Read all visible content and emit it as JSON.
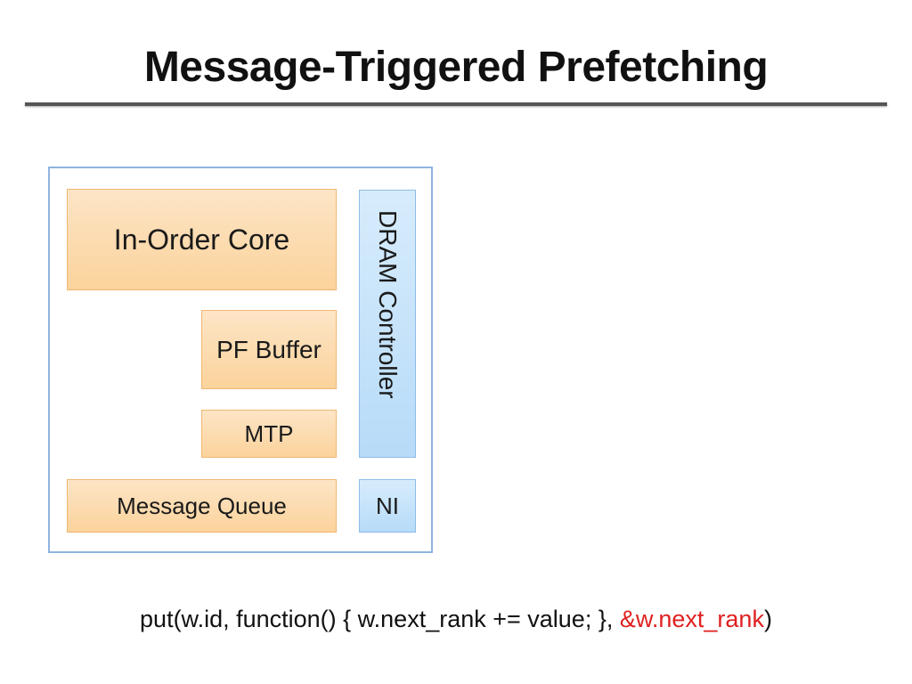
{
  "slide": {
    "title": "Message-Triggered Prefetching"
  },
  "diagram": {
    "in_order_core": "In-Order Core",
    "pf_buffer": "PF Buffer",
    "mtp": "MTP",
    "message_queue": "Message Queue",
    "dram_controller": "DRAM Controller",
    "ni": "NI"
  },
  "code": {
    "prefix": "put(w.id, function() { w.next_rank += value; }, ",
    "highlight": "&w.next_rank",
    "suffix": ")",
    "highlight_color": "#e02020"
  },
  "colors": {
    "orange_fill": "#fbd39c",
    "blue_fill": "#b7dbf8",
    "frame_border": "#8fb4e0"
  }
}
